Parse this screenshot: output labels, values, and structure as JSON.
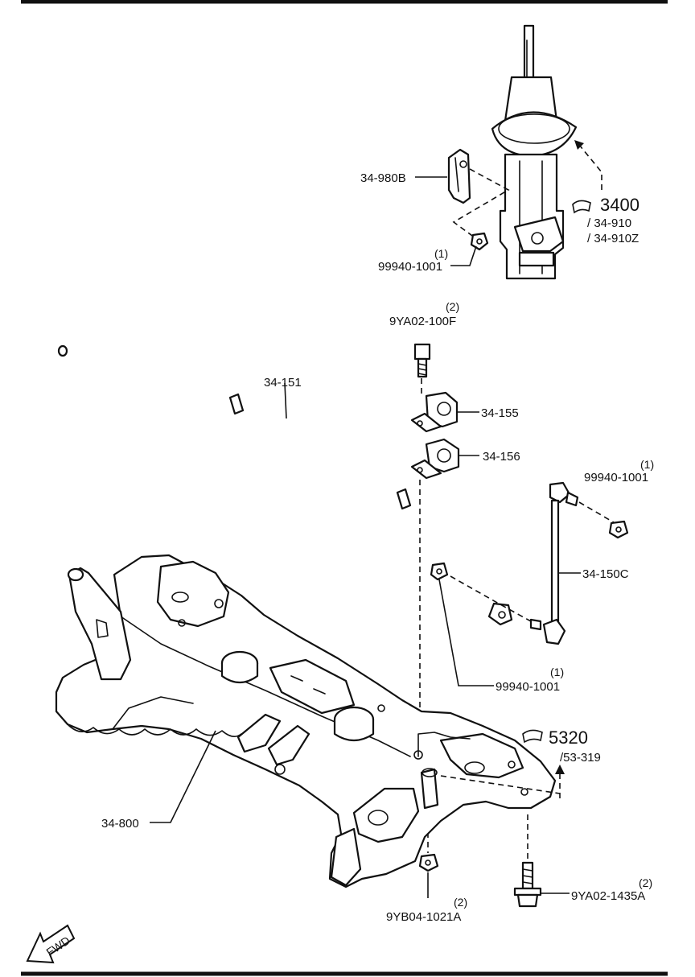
{
  "diagram": {
    "callouts": [
      {
        "id": "bracket",
        "text": "34-980B"
      },
      {
        "id": "nut-top-qty",
        "text": "(1)"
      },
      {
        "id": "nut-top",
        "text": "99940-1001"
      },
      {
        "id": "strut-ref",
        "text": "3400"
      },
      {
        "id": "strut-sub1",
        "text": "/ 34-910"
      },
      {
        "id": "strut-sub2",
        "text": "/ 34-910Z"
      },
      {
        "id": "bolt-top-qty",
        "text": "(2)"
      },
      {
        "id": "bolt-top",
        "text": "9YA02-100F"
      },
      {
        "id": "stabilizer",
        "text": "34-151"
      },
      {
        "id": "bushing",
        "text": "34-155"
      },
      {
        "id": "bracket-lower",
        "text": "34-156"
      },
      {
        "id": "nut-link-upper-qty",
        "text": "(1)"
      },
      {
        "id": "nut-link-upper",
        "text": "99940-1001"
      },
      {
        "id": "link",
        "text": "34-150C"
      },
      {
        "id": "nut-link-lower-qty",
        "text": "(1)"
      },
      {
        "id": "nut-link-lower",
        "text": "99940-1001"
      },
      {
        "id": "crossmember-ref",
        "text": "5320"
      },
      {
        "id": "crossmember-sub",
        "text": "/53-319"
      },
      {
        "id": "crossmember",
        "text": "34-800"
      },
      {
        "id": "nut-bottom-qty",
        "text": "(2)"
      },
      {
        "id": "nut-bottom",
        "text": "9YB04-1021A"
      },
      {
        "id": "bolt-bottom-qty",
        "text": "(2)"
      },
      {
        "id": "bolt-bottom",
        "text": "9YA02-1435A"
      },
      {
        "id": "fwd",
        "text": "FWD"
      }
    ]
  }
}
